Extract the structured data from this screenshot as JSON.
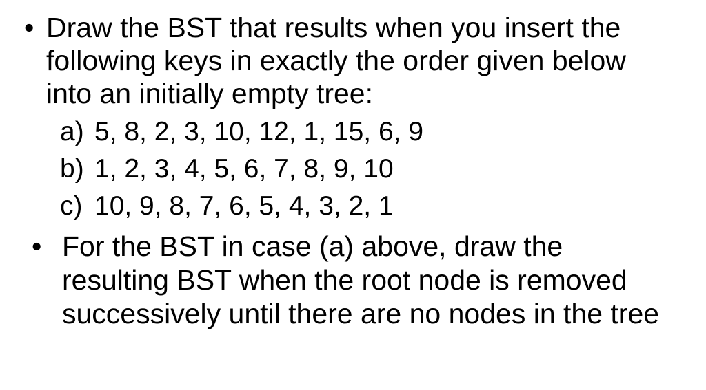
{
  "slide": {
    "background_color": "#ffffff",
    "text_color": "#000000",
    "bullet_glyph": "•",
    "bullets": [
      {
        "lines": [
          "Draw the BST that results when you insert the",
          "following keys in exactly the order given below",
          "into an initially empty tree:"
        ],
        "items": [
          {
            "label": "a)",
            "keys": "5, 8, 2, 3, 10, 12, 1, 15, 6, 9"
          },
          {
            "label": "b)",
            "keys": "1, 2, 3, 4, 5, 6, 7, 8, 9, 10"
          },
          {
            "label": "c)",
            "keys": "10, 9, 8, 7, 6, 5, 4, 3, 2, 1"
          }
        ]
      },
      {
        "lines": [
          "For the BST in case (a) above, draw the",
          "resulting BST when the root node is removed",
          "successively until there are no nodes in the tree"
        ]
      }
    ]
  }
}
